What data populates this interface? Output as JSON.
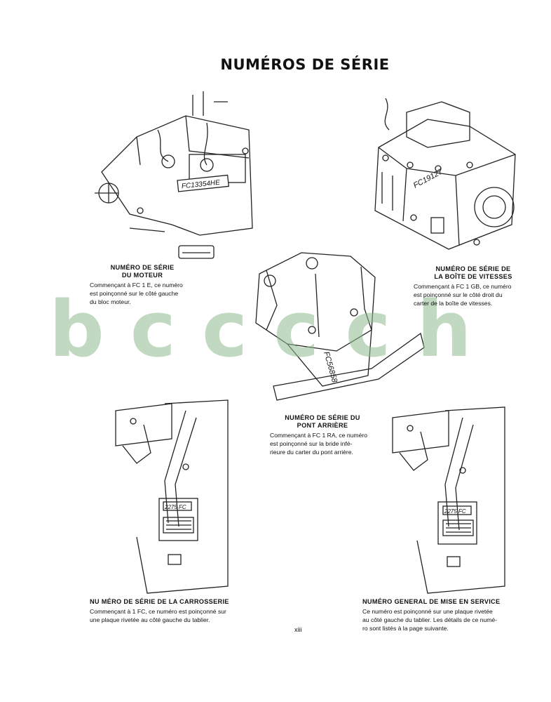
{
  "page": {
    "title": "NUMÉROS DE SÉRIE",
    "watermark": "bcccch",
    "page_number": "xiii"
  },
  "illustrations": {
    "engine_stamp": "FC13354HE",
    "gearbox_stamp": "FC19127",
    "axle_stamp": "FC56858",
    "body_plate": "2275 FC",
    "service_plate": "2275 FC"
  },
  "sections": {
    "moteur": {
      "heading": [
        "NUMÉRO DE SÉRIE",
        "DU MOTEUR"
      ],
      "body": [
        "Commençant à FC 1 E, ce numéro",
        "est poinçonné sur le côté gauche",
        "du bloc moteur."
      ]
    },
    "boite": {
      "heading": [
        "NUMÉRO DE SÉRIE DE",
        "LA BOÎTE DE VITESSES"
      ],
      "body": [
        "Commençant à FC 1 GB, ce numéro",
        "est poinçonné sur le côté droit du",
        "carter de la boîte de vitesses."
      ]
    },
    "pont": {
      "heading": [
        "NUMÉRO DE SÉRIE DU",
        "PONT ARRIÈRE"
      ],
      "body": [
        "Commençant à FC 1 RA, ce numéro",
        "est poinçonné sur la bride infé-",
        "rieure du carter du pont arrière."
      ]
    },
    "carrosserie": {
      "heading": [
        "NU MÉRO DE SÉRIE DE LA CARROSSERIE"
      ],
      "body": [
        "Commençant à 1 FC, ce numéro est poinçonné sur",
        "une plaque rivetée au côté gauche du tablier."
      ]
    },
    "service": {
      "heading": [
        "NUMÉRO GENERAL DE MISE EN SERVICE"
      ],
      "body": [
        "Ce numéro est poinçonné sur une plaque rivetée",
        "au côté gauche du tablier.  Les détails de ce numé-",
        "ro sont listés à la page suivante."
      ]
    }
  }
}
